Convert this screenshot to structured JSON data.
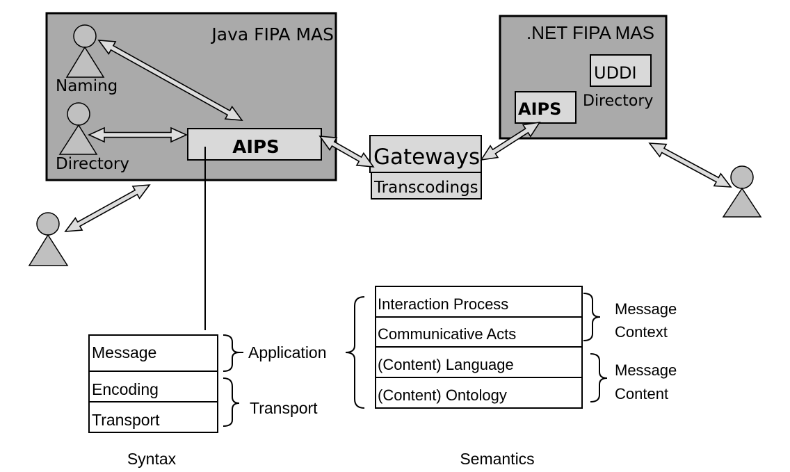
{
  "java_mas": {
    "title": "Java FIPA MAS",
    "agents": [
      {
        "label": "Naming"
      },
      {
        "label": "Directory"
      }
    ],
    "aips_label": "AIPS"
  },
  "net_mas": {
    "title": ".NET FIPA MAS",
    "uddi_label": "UDDI",
    "directory_label": "Directory",
    "aips_label": "AIPS"
  },
  "gateway": {
    "title": "Gateways",
    "subtitle": "Transcodings"
  },
  "syntax": {
    "layers": [
      "Message",
      "Encoding",
      "Transport"
    ],
    "groups": [
      {
        "label": "Application"
      },
      {
        "label": "Transport"
      }
    ],
    "caption": "Syntax"
  },
  "semantics": {
    "layers": [
      "Interaction Process",
      "Communicative Acts",
      "(Content) Language",
      "(Content) Ontology"
    ],
    "groups": [
      {
        "line1": "Message",
        "line2": "Context"
      },
      {
        "line1": "Message",
        "line2": "Content"
      }
    ],
    "caption": "Semantics"
  },
  "colors": {
    "mas_fill": "#aaaaaa",
    "box_fill": "#d9d9d9",
    "agent_fill": "#c0c0c0",
    "arrow_fill": "#dddddd",
    "stroke": "#000000"
  }
}
